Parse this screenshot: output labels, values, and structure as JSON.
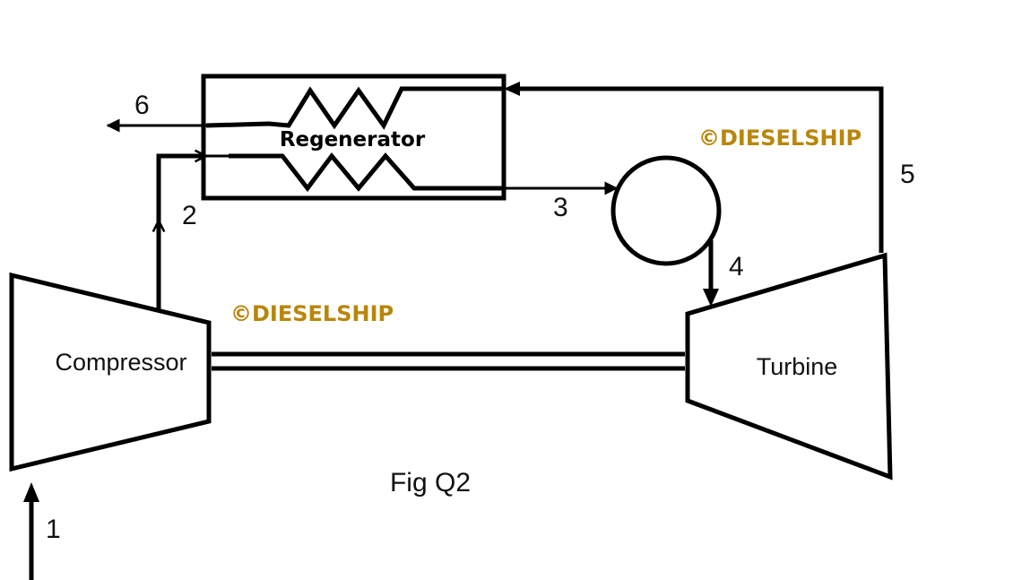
{
  "components": {
    "compressor": "Compressor",
    "turbine": "Turbine",
    "regenerator": "Regenerator"
  },
  "states": [
    "1",
    "2",
    "3",
    "4",
    "5",
    "6"
  ],
  "watermark": "©DIESELSHIP",
  "caption": "Fig Q2",
  "colors": {
    "watermark": "#B8860B",
    "line": "#000000"
  }
}
